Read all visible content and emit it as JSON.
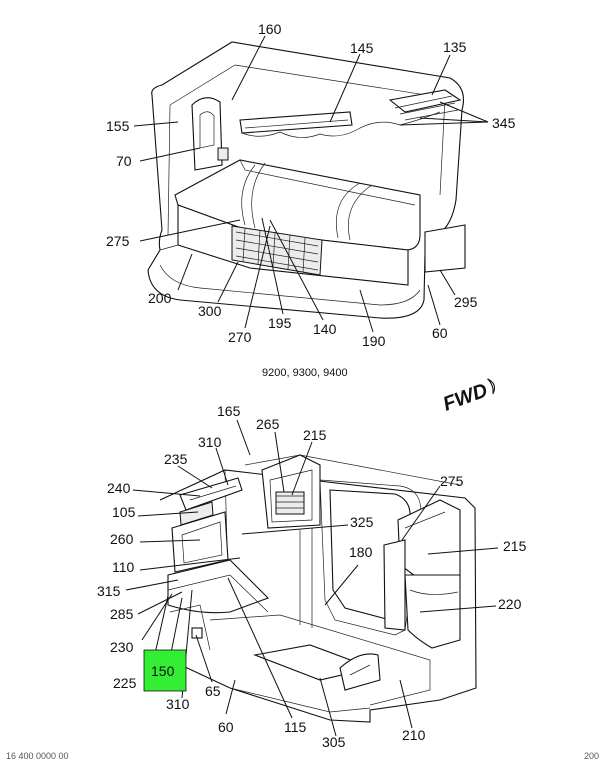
{
  "caption": "9200, 9300, 9400",
  "fwd_label": "FWD",
  "highlight_color": "#33ee33",
  "highlighted_callout": "150",
  "footer_left": "16 400 0000 00",
  "footer_right": "200",
  "top_callouts": [
    "160",
    "145",
    "135",
    "155",
    "345",
    "70",
    "275",
    "200",
    "300",
    "195",
    "140",
    "295",
    "270",
    "190",
    "60"
  ],
  "bottom_callouts": [
    "165",
    "265",
    "215",
    "310",
    "235",
    "240",
    "105",
    "325",
    "260",
    "180",
    "275",
    "215",
    "110",
    "315",
    "285",
    "220",
    "230",
    "225",
    "150",
    "65",
    "310",
    "60",
    "115",
    "305",
    "210"
  ]
}
